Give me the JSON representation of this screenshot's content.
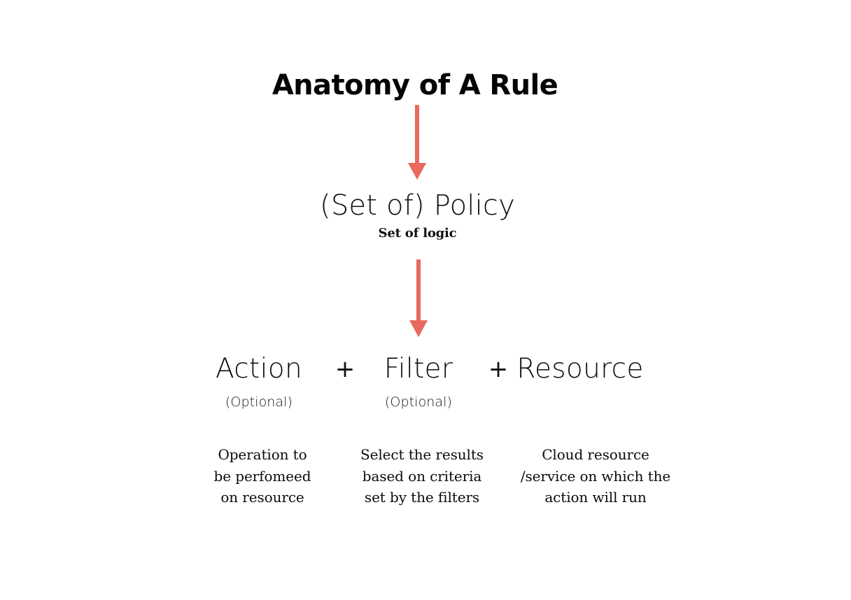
{
  "diagram": {
    "title": "Anatomy of A Rule",
    "accent_color": "#E8695E",
    "text_color": "#101010",
    "background_color": "#FFFFFF",
    "policy": {
      "label": "(Set of) Policy",
      "subtitle": "Set of logic"
    },
    "operators": {
      "plus_1": "+",
      "plus_2": "+"
    },
    "components": [
      {
        "name": "action",
        "label": "Action",
        "optional_tag": "(Optional)",
        "description_lines": [
          "Operation to",
          "be perfomeed",
          "on resource"
        ]
      },
      {
        "name": "filter",
        "label": "Filter",
        "optional_tag": "(Optional)",
        "description_lines": [
          "Select the results",
          "based on criteria",
          "set by the filters"
        ]
      },
      {
        "name": "resource",
        "label": "Resource",
        "optional_tag": "",
        "description_lines": [
          "Cloud resource",
          "/service on which the",
          "action will run"
        ]
      }
    ],
    "arrows": [
      {
        "name": "title-to-policy",
        "direction": "down",
        "color": "#E8695E"
      },
      {
        "name": "policy-to-components",
        "direction": "down",
        "color": "#E8695E"
      }
    ]
  }
}
